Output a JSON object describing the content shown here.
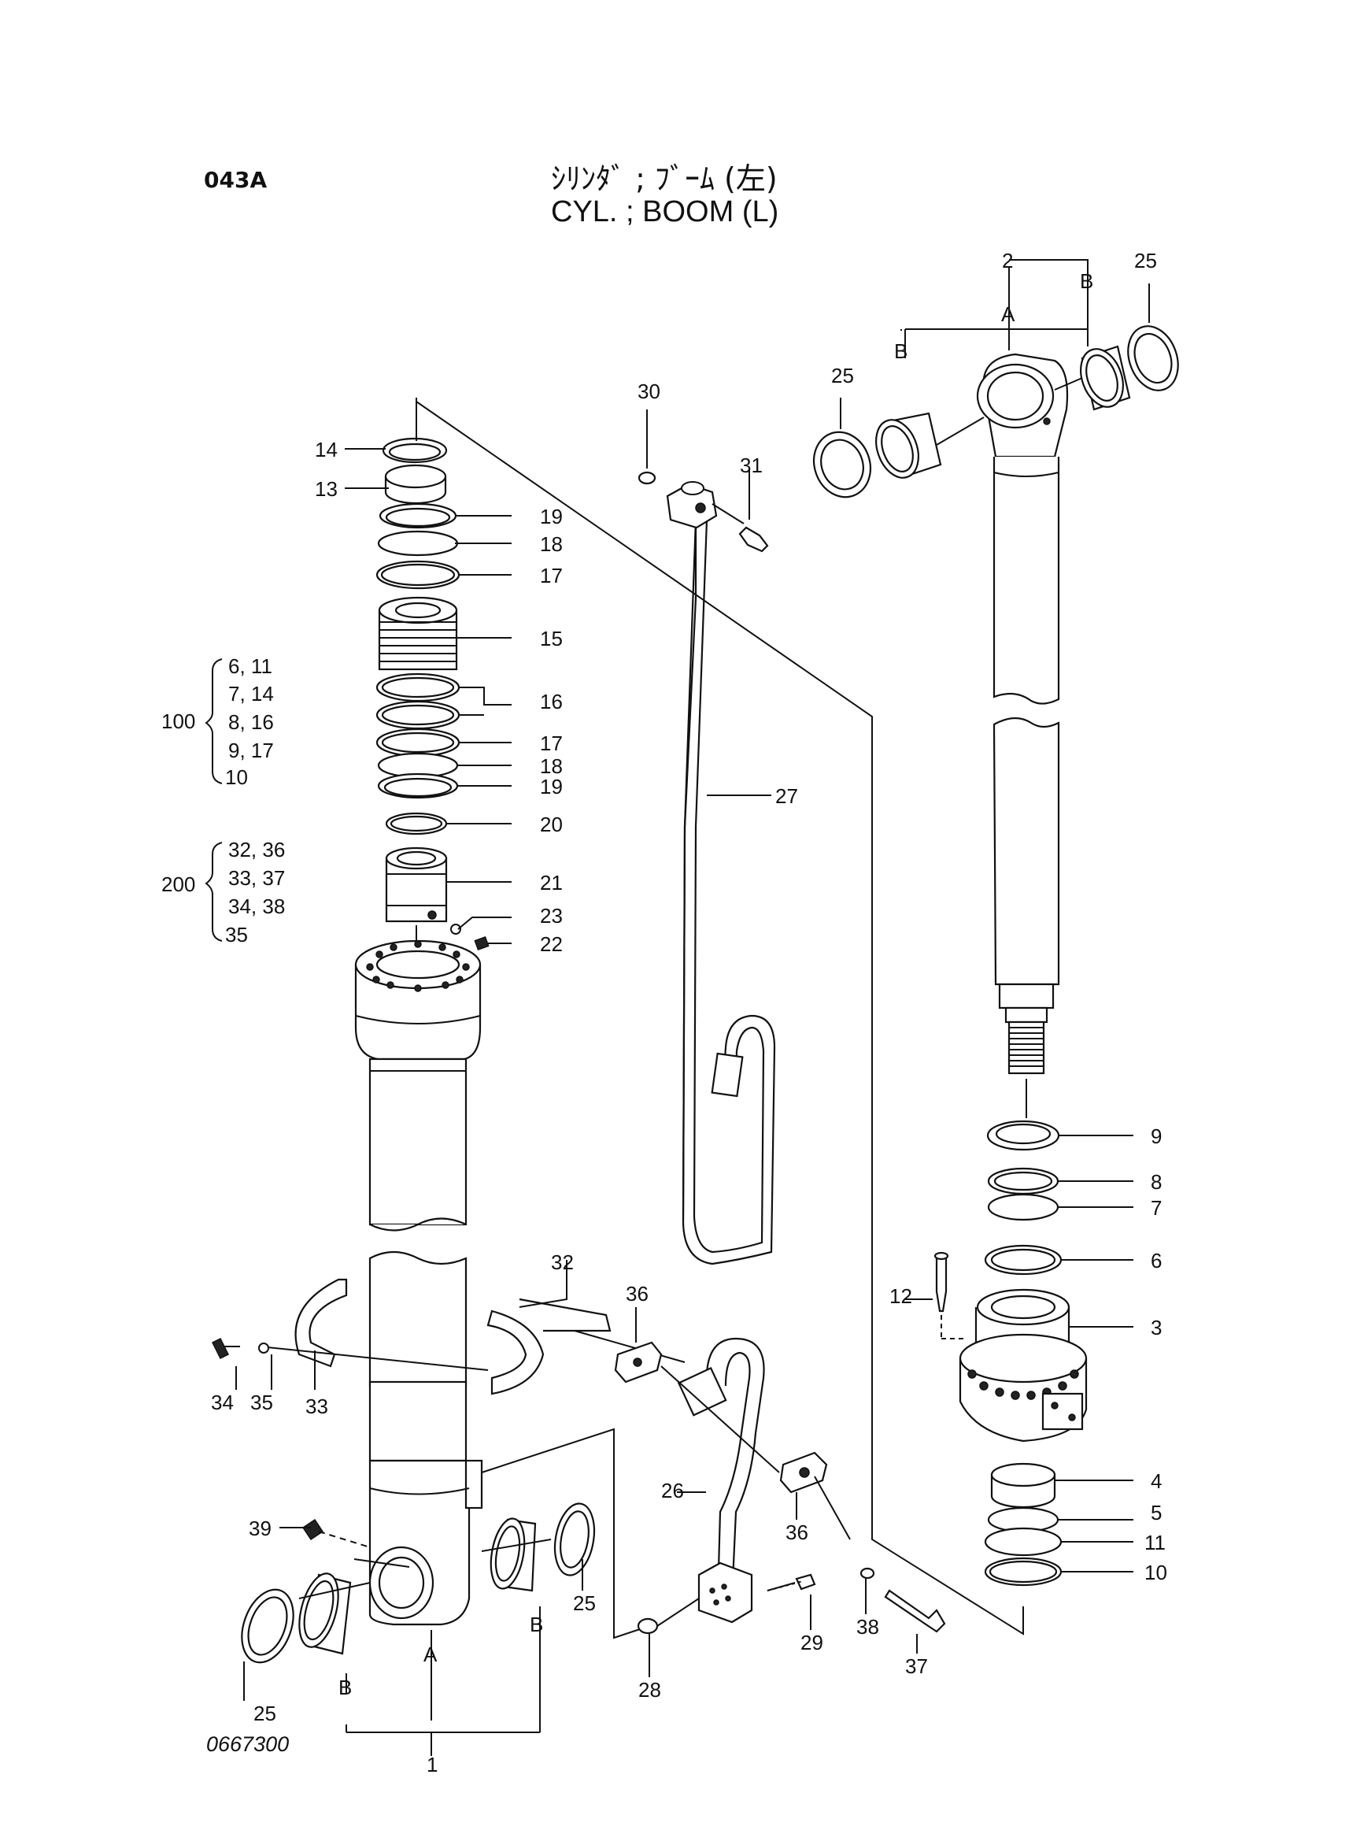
{
  "header": {
    "page_code": "043A",
    "title_jp": "ｼﾘﾝﾀﾞ ; ﾌﾞｰﾑ (左)",
    "title_en": "CYL. ; BOOM (L)"
  },
  "footer": {
    "drawing_number": "0667300"
  },
  "callouts": {
    "p1": "1",
    "p2": "2",
    "p3": "3",
    "p4": "4",
    "p5": "5",
    "p6": "6",
    "p7": "7",
    "p8": "8",
    "p9": "9",
    "p10": "10",
    "p11": "11",
    "p12": "12",
    "p13": "13",
    "p14": "14",
    "p15": "15",
    "p16": "16",
    "p17a": "17",
    "p17b": "17",
    "p18a": "18",
    "p18b": "18",
    "p19a": "19",
    "p19b": "19",
    "p20": "20",
    "p21": "21",
    "p22": "22",
    "p23": "23",
    "p25a": "25",
    "p25b": "25",
    "p25c": "25",
    "p25d": "25",
    "p26": "26",
    "p27": "27",
    "p28": "28",
    "p29": "29",
    "p30": "30",
    "p31": "31",
    "p32": "32",
    "p33": "33",
    "p34": "34",
    "p35": "35",
    "p36a": "36",
    "p36b": "36",
    "p37": "37",
    "p38": "38",
    "p39": "39",
    "sub_A1": "A",
    "sub_B1a": "B",
    "sub_B1b": "B",
    "sub_A2": "A",
    "sub_B2a": "B",
    "sub_B2b": "B"
  },
  "kits": [
    {
      "id": "100",
      "lines": [
        "6, 11",
        "7, 14",
        "8, 16",
        "9, 17",
        "10"
      ]
    },
    {
      "id": "200",
      "lines": [
        "32, 36",
        "33, 37",
        "34, 38",
        "35"
      ]
    }
  ]
}
